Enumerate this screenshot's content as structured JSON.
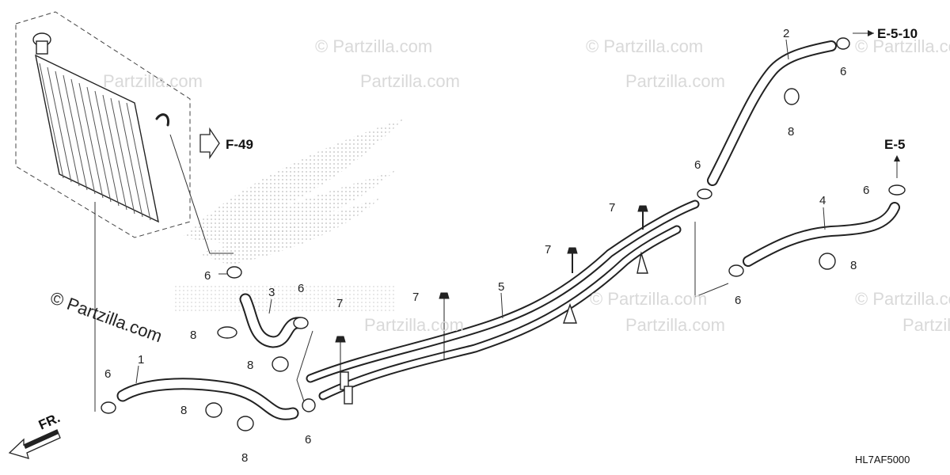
{
  "watermarks": {
    "main": "© Partzilla.com",
    "light": "© Partzilla.com",
    "light_url": "Partzilla.com"
  },
  "references": {
    "f49": "F-49",
    "e510": "E-5-10",
    "e5": "E-5",
    "front": "FR."
  },
  "drawing_code": "HL7AF5000",
  "callouts": {
    "n1": "1",
    "n2": "2",
    "n3": "3",
    "n4": "4",
    "n5": "5",
    "n6": "6",
    "n7": "7",
    "n8": "8"
  },
  "colors": {
    "line": "#222222",
    "watermark": "#d9d9d9",
    "logo_dots": "#bdbdbd"
  }
}
